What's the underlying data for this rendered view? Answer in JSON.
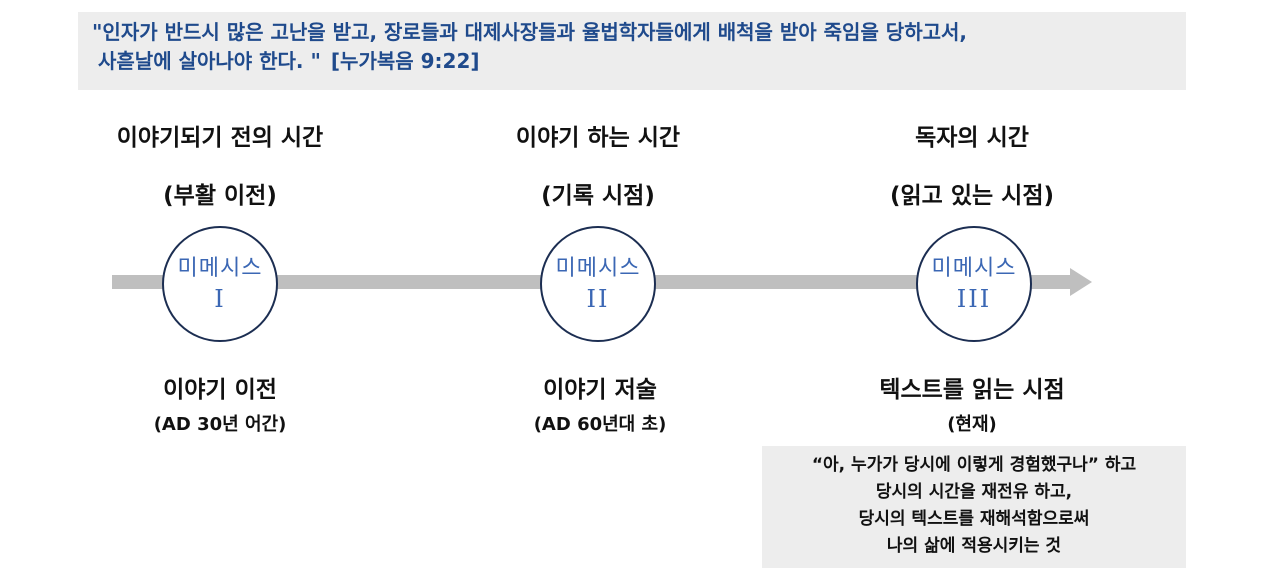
{
  "quote": {
    "line1": "\"인자가 반드시 많은 고난을 받고, 장로들과 대제사장들과 율법학자들에게 배척을 받아 죽임을 당하고서,",
    "line2": "사흗날에 살아나야 한다. \"",
    "reference": "[누가복음 9:22]"
  },
  "columns": [
    {
      "heading": "이야기되기 전의 시간",
      "subheading": "(부활 이전)",
      "circle_name": "미메시스",
      "circle_number": "I",
      "label": "이야기 이전",
      "sublabel": "(AD 30년 어간)"
    },
    {
      "heading": "이야기 하는 시간",
      "subheading": "(기록 시점)",
      "circle_name": "미메시스",
      "circle_number": "II",
      "label": "이야기 저술",
      "sublabel": "(AD 60년대 초)"
    },
    {
      "heading": "독자의 시간",
      "subheading": "(읽고 있는 시점)",
      "circle_name": "미메시스",
      "circle_number": "III",
      "label": "텍스트를 읽는 시점",
      "sublabel": "(현재)"
    }
  ],
  "description": {
    "lines": [
      "“아, 누가가 당시에 이렇게 경험했구나” 하고",
      "당시의 시간을 재전유 하고,",
      "당시의 텍스트를 재해석함으로써",
      "나의 삶에 적용시키는 것"
    ]
  },
  "colors": {
    "quote_text": "#1f4a8c",
    "box_background": "#ededed",
    "timeline": "#bfbfbf",
    "circle_text": "#3b67b4",
    "circle_border": "#1c2e52"
  }
}
